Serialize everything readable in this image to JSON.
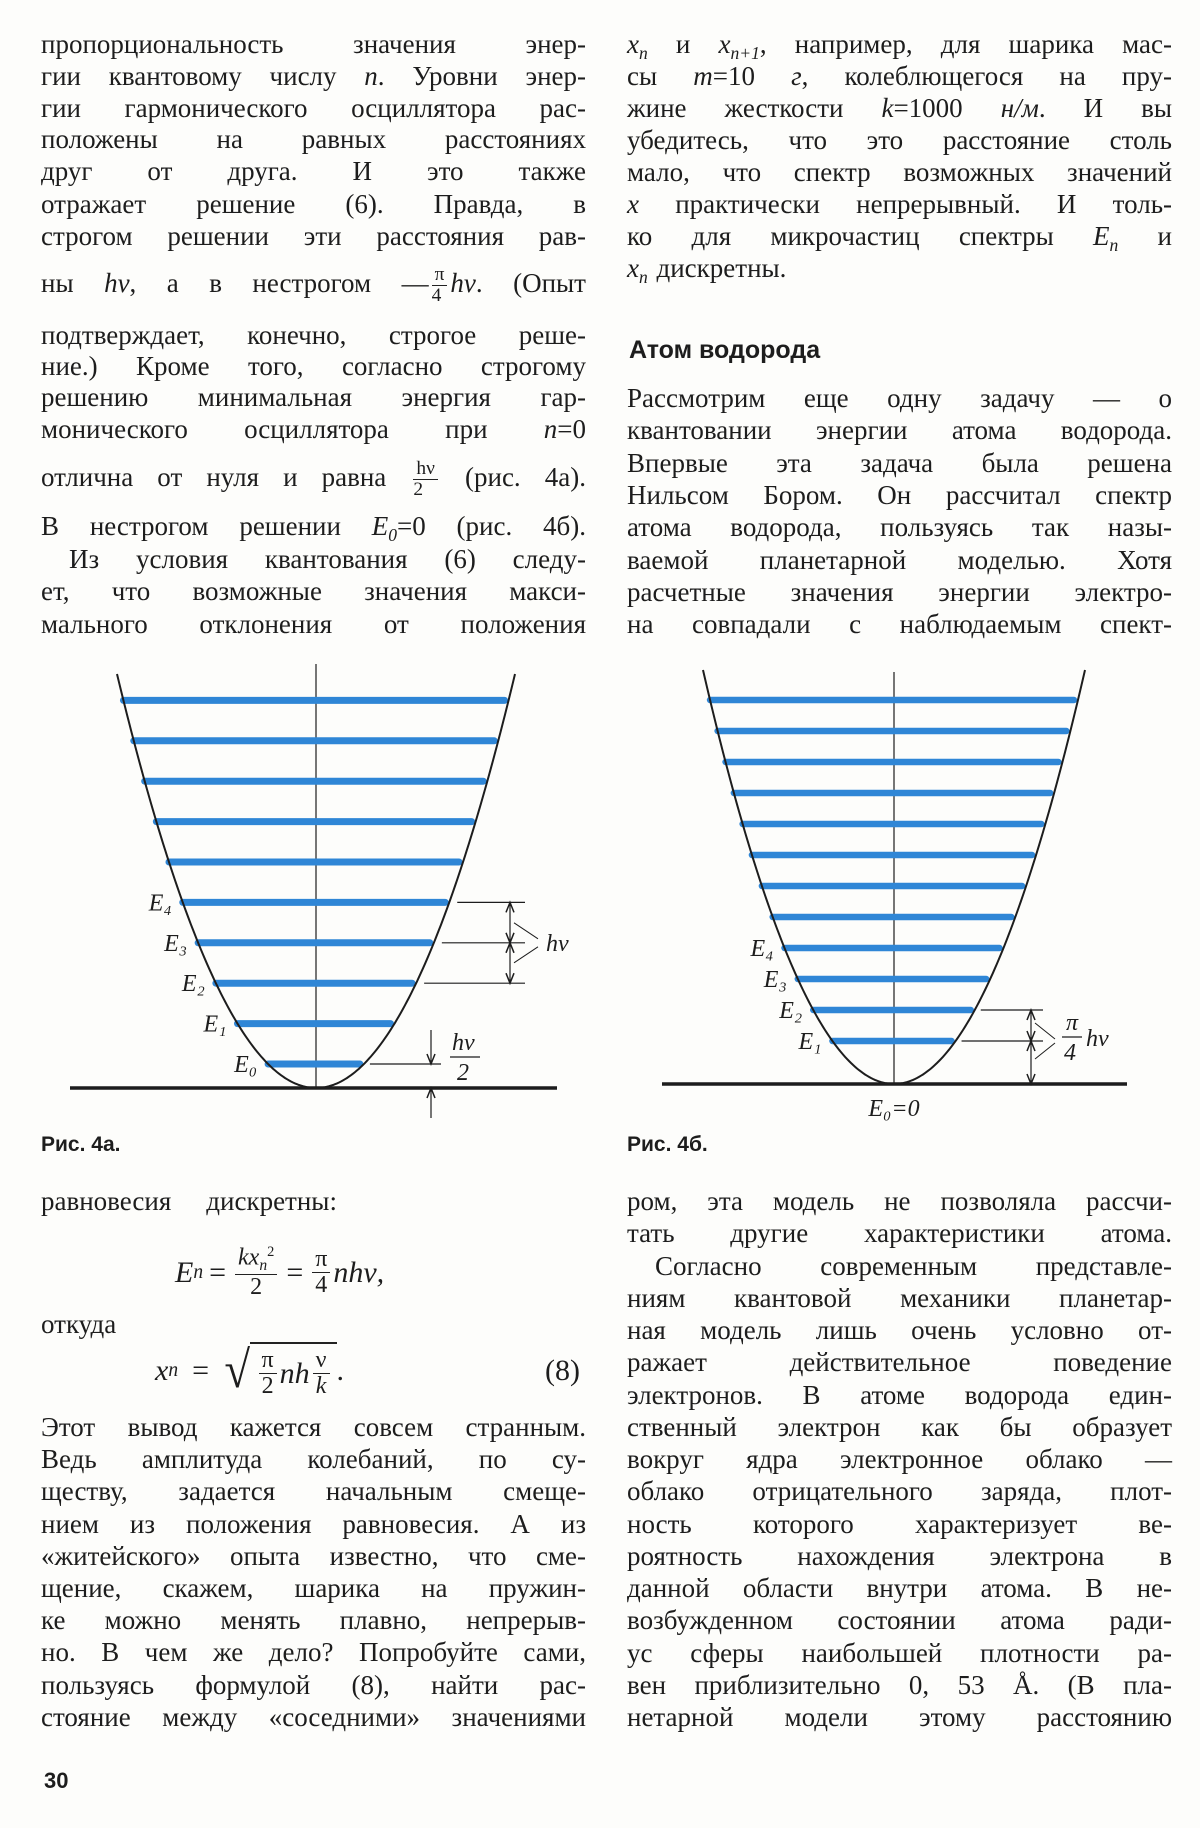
{
  "page_number": "30",
  "left_column": {
    "top_lines": [
      [
        {
          "t": "пропорциональность   значения энер-"
        }
      ],
      [
        {
          "t": "гии квантовому числу "
        },
        {
          "i": "n"
        },
        {
          "t": ". Уровни энер-"
        }
      ],
      [
        {
          "t": "гии гармонического осциллятора рас-"
        }
      ],
      [
        {
          "t": "положены на равных   расстояниях"
        }
      ],
      [
        {
          "t": "друг от друга. И это также"
        }
      ],
      [
        {
          "t": "отражает решение (6).  Правда, в"
        }
      ],
      [
        {
          "t": "строгом решении эти расстояния рав-"
        }
      ],
      [
        {
          "t": "ны "
        },
        {
          "i": "hν"
        },
        {
          "t": ", а в нестрогом —"
        },
        {
          "frac": [
            "π",
            "4"
          ]
        },
        {
          "i": "hν"
        },
        {
          "t": ". (Опыт"
        }
      ],
      [
        {
          "t": "подтверждает, конечно, строгое реше-"
        }
      ],
      [
        {
          "t": "ние.) Кроме того, согласно строгому"
        }
      ],
      [
        {
          "t": "решению минимальная энергия гар-"
        }
      ],
      [
        {
          "t": "монического осциллятора при "
        },
        {
          "i": "n"
        },
        {
          "t": "=0"
        }
      ],
      [
        {
          "t": "отлична от нуля и равна "
        },
        {
          "frac": [
            "hν",
            "2"
          ]
        },
        {
          "t": " (рис. 4а)."
        }
      ],
      [
        {
          "t": "В нестрогом решении "
        },
        {
          "i": "E"
        },
        {
          "sub": "0"
        },
        {
          "t": "=0 (рис. 4б)."
        }
      ],
      [
        {
          "t": "Из условия квантования (6) следу-"
        }
      ],
      [
        {
          "t": "ет, что возможные значения макси-"
        }
      ],
      [
        {
          "t": "мального отклонения от положения"
        }
      ]
    ],
    "bottom_intro": "равновесия    дискретны:",
    "otkuda": "откуда",
    "bottom_lines": [
      [
        {
          "t": "Этот вывод кажется совсем странным."
        }
      ],
      [
        {
          "t": "Ведь амплитуда колебаний, по су-"
        }
      ],
      [
        {
          "t": "ществу, задается начальным смеще-"
        }
      ],
      [
        {
          "t": "нием из положения равновесия. А из"
        }
      ],
      [
        {
          "t": "«житейского» опыта известно, что сме-"
        }
      ],
      [
        {
          "t": "щение, скажем, шарика на пружин-"
        }
      ],
      [
        {
          "t": "ке можно менять плавно, непрерыв-"
        }
      ],
      [
        {
          "t": "но. В чем же дело? Попробуйте сами,"
        }
      ],
      [
        {
          "t": "пользуясь формулой (8), найти рас-"
        }
      ],
      [
        {
          "t": "стояние между «соседними» значениями"
        }
      ]
    ]
  },
  "formula_energy": {
    "lhs": "E",
    "lhs_sub": "n",
    "eq1": "=",
    "num1": "kx",
    "num1_sub": "n",
    "num1_sup": "2",
    "den1": "2",
    "eq2": "=",
    "num2": "π",
    "den2": "4",
    "tail": "nhν,"
  },
  "formula_xn": {
    "lhs": "x",
    "lhs_sub": "n",
    "eq": "=",
    "num1": "π",
    "den1": "2",
    "mid": "nh",
    "num2": "ν",
    "den2": "k",
    "end": ".",
    "number": "(8)"
  },
  "right_column": {
    "top_lines": [
      [
        {
          "i": "x"
        },
        {
          "sub": "n"
        },
        {
          "t": " и "
        },
        {
          "i": "x"
        },
        {
          "sub": "n+1"
        },
        {
          "t": ", например, для шарика мас-"
        }
      ],
      [
        {
          "t": "сы "
        },
        {
          "i": "m"
        },
        {
          "t": "=10 "
        },
        {
          "i": "г"
        },
        {
          "t": ", колеблющегося на пру-"
        }
      ],
      [
        {
          "t": "жине жесткости "
        },
        {
          "i": "k"
        },
        {
          "t": "=1000 "
        },
        {
          "i": "н/м"
        },
        {
          "t": ". И вы"
        }
      ],
      [
        {
          "t": "убедитесь, что это расстояние столь"
        }
      ],
      [
        {
          "t": "мало, что спектр возможных значений"
        }
      ],
      [
        {
          "i": "x"
        },
        {
          "t": " практически непрерывный. И толь-"
        }
      ],
      [
        {
          "t": "ко для микрочастиц спектры "
        },
        {
          "i": "E"
        },
        {
          "sub": "n"
        },
        {
          "t": " и"
        }
      ],
      [
        {
          "i": "x"
        },
        {
          "sub": "n"
        },
        {
          "t": " дискретны."
        }
      ]
    ],
    "section_heading": "Атом водорода",
    "section_lines": [
      [
        {
          "t": "Рассмотрим еще одну задачу — о"
        }
      ],
      [
        {
          "t": "квантовании энергии атома водорода."
        }
      ],
      [
        {
          "t": "Впервые эта задача была решена"
        }
      ],
      [
        {
          "t": "Нильсом Бором. Он рассчитал спектр"
        }
      ],
      [
        {
          "t": "атома водорода, пользуясь так назы-"
        }
      ],
      [
        {
          "t": "ваемой планетарной моделью. Хотя"
        }
      ],
      [
        {
          "t": "расчетные значения энергии электро-"
        }
      ],
      [
        {
          "t": "на совпадали с наблюдаемым спект-"
        }
      ]
    ],
    "bottom_lines": [
      [
        {
          "t": "ром, эта модель не позволяла рассчи-"
        }
      ],
      [
        {
          "t": "тать другие характеристики атома."
        }
      ],
      [
        {
          "t": "Согласно современным представле-"
        }
      ],
      [
        {
          "t": "ниям квантовой механики планетар-"
        }
      ],
      [
        {
          "t": "ная модель лишь очень условно от-"
        }
      ],
      [
        {
          "t": "ражает действительное поведение"
        }
      ],
      [
        {
          "t": "электронов. В атоме водорода един-"
        }
      ],
      [
        {
          "t": "ственный электрон как бы образует"
        }
      ],
      [
        {
          "t": "вокруг ядра электронное облако —"
        }
      ],
      [
        {
          "t": "облако отрицательного заряда, плот-"
        }
      ],
      [
        {
          "t": "ность которого характеризует ве-"
        }
      ],
      [
        {
          "t": "роятность нахождения электрона в"
        }
      ],
      [
        {
          "t": "данной области внутри атома. В не-"
        }
      ],
      [
        {
          "t": "возбужденном состоянии атома ради-"
        }
      ],
      [
        {
          "t": "ус сферы наибольшей плотности ра-"
        }
      ],
      [
        {
          "t": "вен приблизительно 0, 53 Å.  (В пла-"
        }
      ],
      [
        {
          "t": "нетарной модели этому расстоянию"
        }
      ]
    ]
  },
  "figure_4a": {
    "caption": "Рис. 4а.",
    "level_count": 10,
    "level_labels": [
      "E₀",
      "E₁",
      "E₂",
      "E₃",
      "E₄"
    ],
    "spacing_label": "hν",
    "ground_label_num": "hν",
    "ground_label_den": "2"
  },
  "figure_4b": {
    "caption": "Рис. 4б.",
    "level_count": 12,
    "level_labels": [
      "E₁",
      "E₂",
      "E₃",
      "E₄"
    ],
    "ground_label": "E₀=0",
    "spacing_label_num": "π",
    "spacing_label_den": "4",
    "spacing_label_tail": "hν"
  },
  "colors": {
    "level": "#2f86d6",
    "ink": "#1d1d1d",
    "paper": "#fdfdfb"
  }
}
